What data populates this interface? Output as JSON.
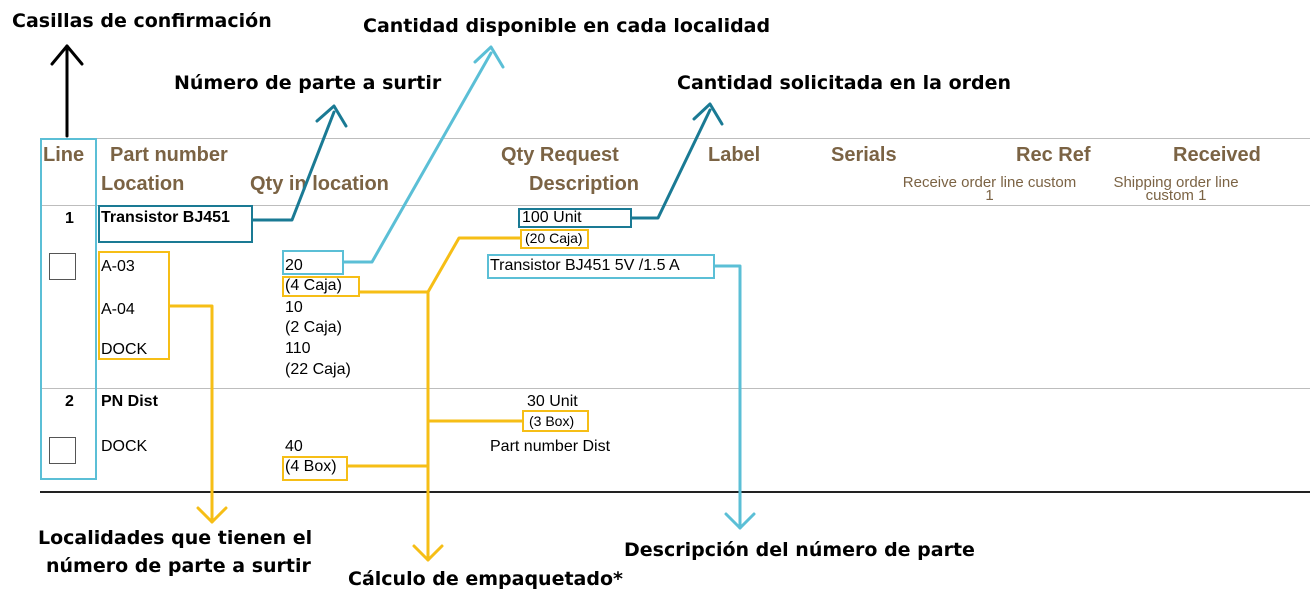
{
  "callouts": {
    "checkboxes": "Casillas de confirmación",
    "qty_available": "Cantidad disponible en cada localidad",
    "part_number": "Número de parte a surtir",
    "qty_requested": "Cantidad solicitada en la orden",
    "locations_line1": "Localidades que tienen el",
    "locations_line2": "número de parte a surtir",
    "packaging": "Cálculo de empaquetado*",
    "description": "Descripción del número de parte"
  },
  "table": {
    "headers": {
      "line": "Line",
      "part_number": "Part number",
      "qty_request": "Qty Request",
      "label": "Label",
      "serials": "Serials",
      "rec_ref": "Rec Ref",
      "received": "Received",
      "location": "Location",
      "qty_in_location": "Qty in location",
      "description": "Description",
      "receive_custom_line1": "Receive order line custom",
      "receive_custom_line2": "1",
      "shipping_custom_line1": "Shipping order line",
      "shipping_custom_line2": "custom 1"
    },
    "rows": [
      {
        "line": "1",
        "part_number": "Transistor BJ451",
        "qty_request": "100 Unit",
        "qty_request_pack": "(20 Caja)",
        "description": "Transistor BJ451 5V /1.5 A",
        "locations": [
          {
            "location": "A-03",
            "qty": "20",
            "pack": "(4 Caja)"
          },
          {
            "location": "A-04",
            "qty": "10",
            "pack": "(2 Caja)"
          },
          {
            "location": "DOCK",
            "qty": "110",
            "pack": "(22 Caja)"
          }
        ]
      },
      {
        "line": "2",
        "part_number": "PN Dist",
        "qty_request": "30 Unit",
        "qty_request_pack": "(3 Box)",
        "description": "Part number Dist",
        "locations": [
          {
            "location": "DOCK",
            "qty": "40",
            "pack": "(4 Box)"
          }
        ]
      }
    ]
  },
  "colors": {
    "header_text": "#7b6344",
    "light_blue": "#5bbfd6",
    "teal": "#1a7a94",
    "yellow": "#f6be16"
  }
}
